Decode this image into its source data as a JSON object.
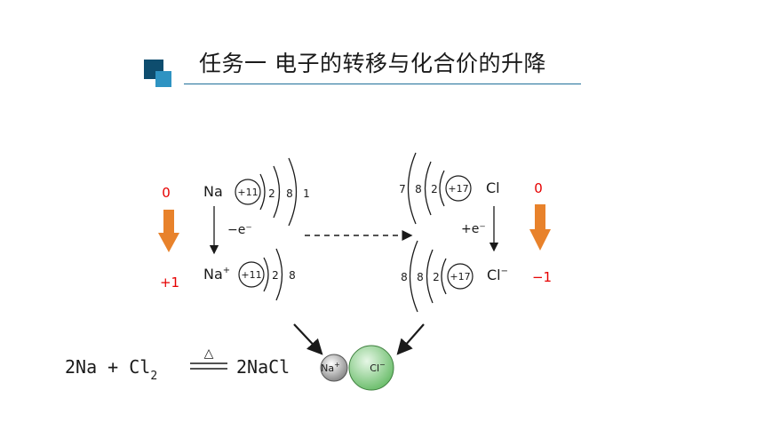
{
  "title": "任务一 电子的转移与化合价的升降",
  "colors": {
    "accent_dark": "#0e4d6e",
    "accent_light": "#2e93c2",
    "arrow_orange": "#e8822b",
    "valence_red": "#e60000"
  },
  "sodium": {
    "symbol": "Na",
    "ion_symbol": "Na",
    "ion_charge": "+",
    "nucleus": "+11",
    "shells": [
      "2",
      "8",
      "1"
    ],
    "ion_shells": [
      "2",
      "8"
    ],
    "electron_change": "−e⁻",
    "valence_before": "0",
    "valence_after": "+1"
  },
  "chlorine": {
    "symbol": "Cl",
    "ion_symbol": "Cl",
    "ion_charge": "−",
    "nucleus": "+17",
    "shells": [
      "7",
      "8",
      "2"
    ],
    "ion_shells": [
      "8",
      "8",
      "2"
    ],
    "electron_change": "+e⁻",
    "valence_before": "0",
    "valence_after": "−1"
  },
  "equation": {
    "left": "2Na + Cl",
    "subscript": "2",
    "condition": "△",
    "right": "2NaCl"
  },
  "product": {
    "cation": "Na",
    "cation_charge": "+",
    "anion": "Cl",
    "anion_charge": "−"
  }
}
